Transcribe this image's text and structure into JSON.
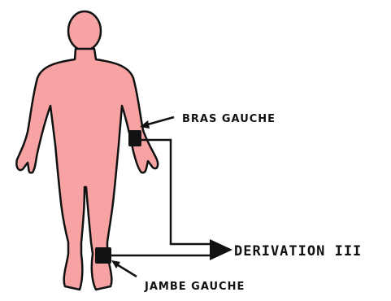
{
  "labels": {
    "left_arm": "BRAS GAUCHE",
    "left_leg": "JAMBE GAUCHE",
    "lead": "DERIVATION III"
  },
  "colors": {
    "body": "#f7a3a3",
    "outline": "#111111",
    "electrode": "#111111"
  }
}
